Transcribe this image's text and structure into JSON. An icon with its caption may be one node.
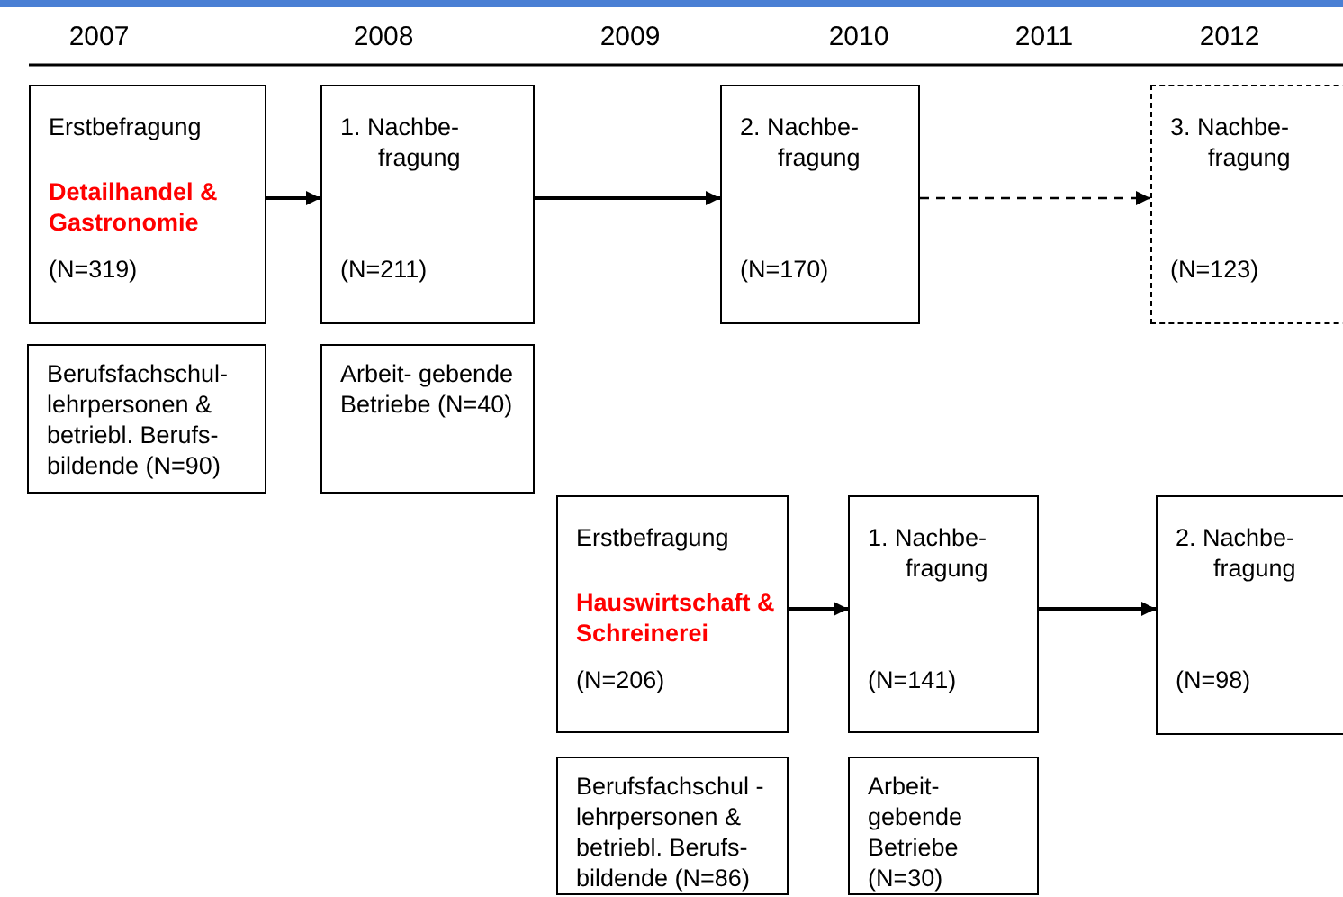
{
  "diagram": {
    "nodes": [
      {
        "text": [
          "Erstbefragung",
          "Detailhandel & Gastronomie",
          "(N=319)"
        ]
      },
      {
        "text": [
          "1. Nachbe- fragung",
          "(N=211)"
        ]
      },
      {
        "text": [
          "2. Nachbe- fragung",
          "(N=170)"
        ]
      },
      {
        "text": [
          "3. Nachbe- fragung",
          "(N=123)"
        ]
      },
      {
        "text": [
          "Berufsfachschul- lehrpersonen & betriebl. Berufs- bildende (N=90)"
        ]
      },
      {
        "text": [
          "Arbeit- gebende Betriebe (N=40)"
        ]
      },
      {
        "text": [
          "Erstbefragung",
          "Hauswirtschaft & Schreinerei",
          "(N=206)"
        ]
      },
      {
        "text": [
          "1. Nachbe- fragung",
          "(N=141)"
        ]
      },
      {
        "text": [
          "2. Nachbe- fragung",
          "(N=98)"
        ]
      },
      {
        "text": [
          "Berufsfachschul -lehrpersonen & betriebl. Berufs- bildende (N=86)"
        ]
      },
      {
        "text": [
          "Arbeit- gebende Betriebe (N=30)"
        ]
      }
    ],
    "edges": [
      {
        "from": 0,
        "to": 1,
        "arrow": "to"
      },
      {
        "from": 1,
        "to": 2,
        "arrow": "to"
      },
      {
        "from": 2,
        "to": 3,
        "arrow": "to",
        "style": "dashed"
      },
      {
        "from": 6,
        "to": 7,
        "arrow": "to"
      },
      {
        "from": 7,
        "to": 8,
        "arrow": "to"
      }
    ],
    "labels": [
      "2007",
      "2008",
      "2009",
      "2010",
      "2011",
      "2012"
    ]
  }
}
